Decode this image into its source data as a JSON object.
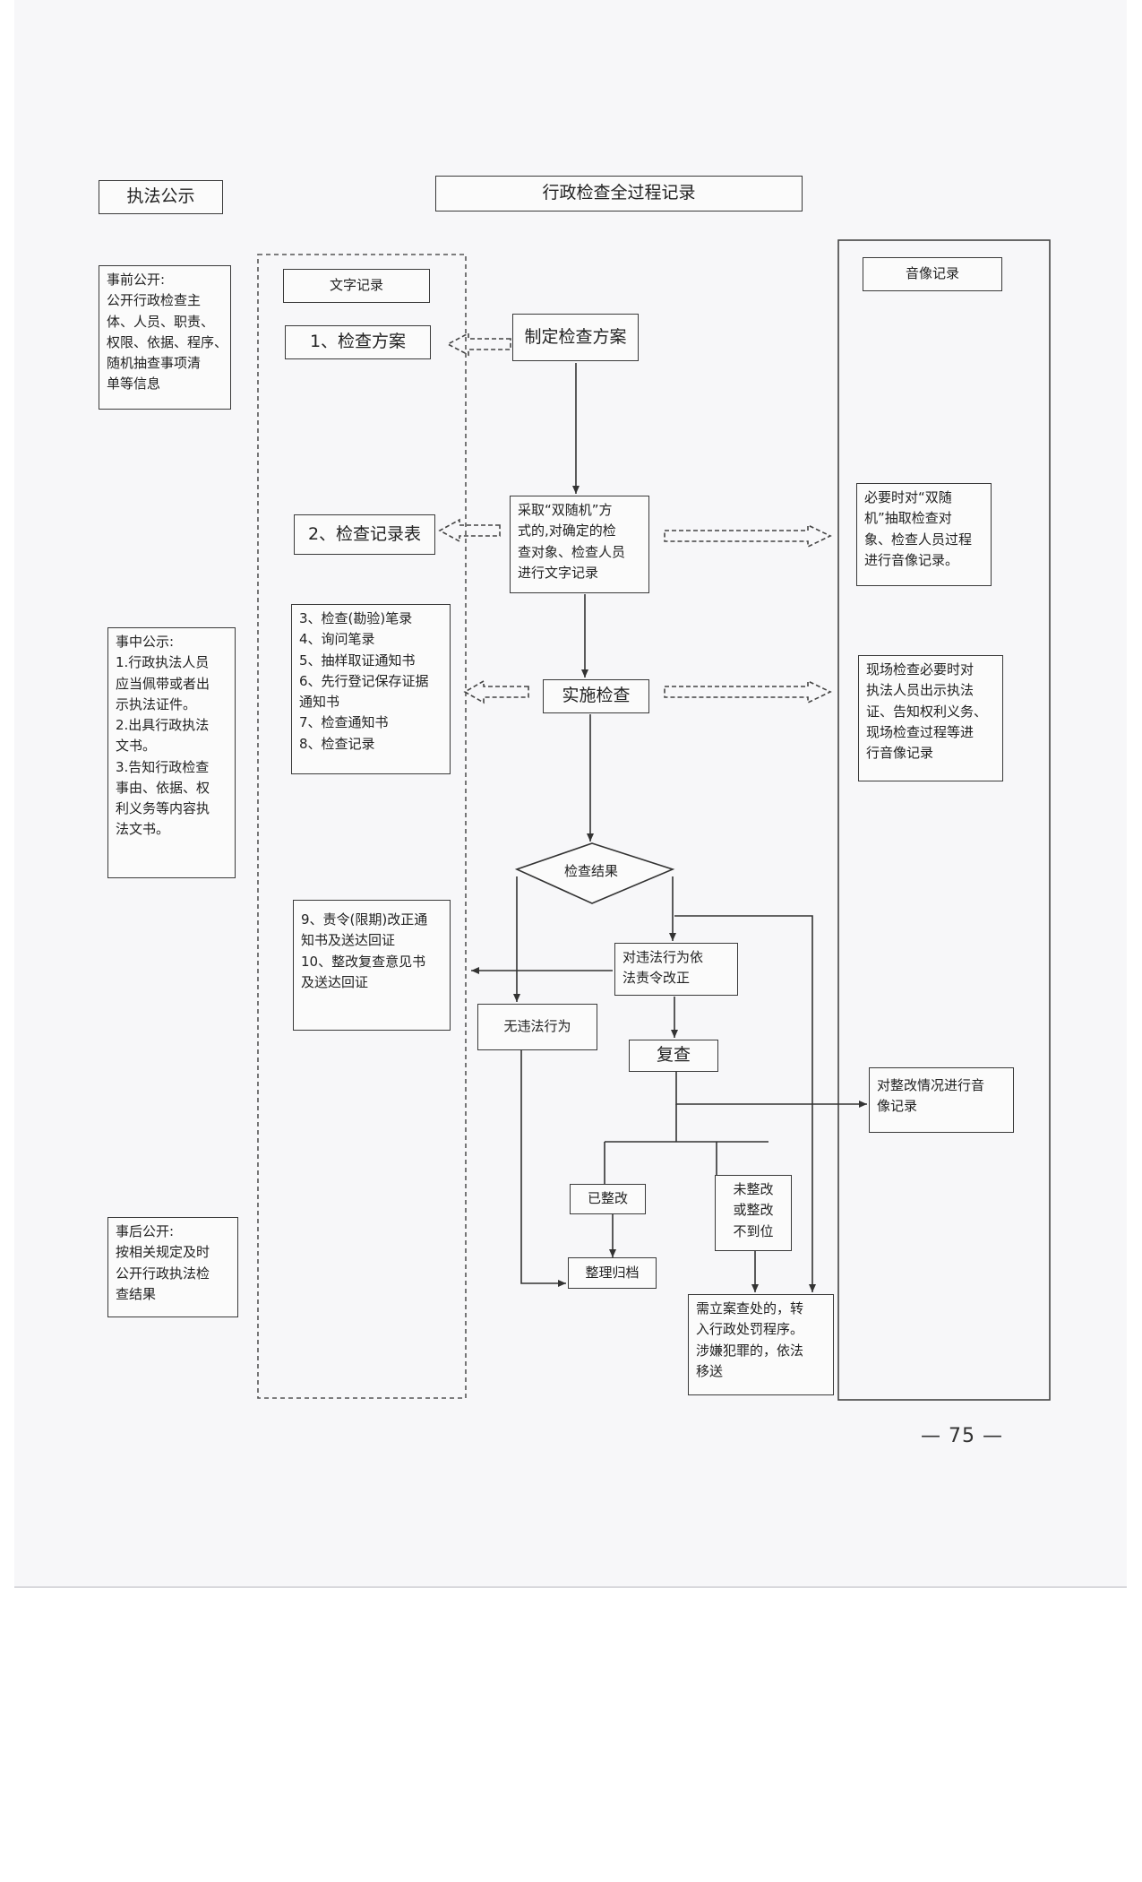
{
  "headers": {
    "disclosure": "执法公示",
    "full_record": "行政检查全过程记录",
    "text_record": "文字记录",
    "av_record": "音像记录"
  },
  "disclosure": {
    "before": [
      "事前公开:",
      "公开行政检查主",
      "体、人员、职责、",
      "权限、依据、程序、",
      "随机抽查事项清",
      "单等信息"
    ],
    "during": [
      "事中公示:",
      "1.行政执法人员",
      "应当佩带或者出",
      "示执法证件。",
      "2.出具行政执法",
      "文书。",
      "3.告知行政检查",
      "事由、依据、权",
      "利义务等内容执",
      "法文书。"
    ],
    "after": [
      "事后公开:",
      "按相关规定及时",
      "公开行政执法检",
      "查结果"
    ]
  },
  "text_records": {
    "r1": "1、检查方案",
    "r2": "2、检查记录表",
    "r3": [
      "3、检查(勘验)笔录",
      "4、询问笔录",
      "5、抽样取证通知书",
      "6、先行登记保存证据",
      "通知书",
      "7、检查通知书",
      "8、检查记录"
    ],
    "r4": [
      "9、责令(限期)改正通",
      "知书及送达回证",
      "10、整改复查意见书",
      "及送达回证"
    ]
  },
  "flow": {
    "plan": "制定检查方案",
    "random": [
      "采取“双随机”方",
      "式的,对确定的检",
      "查对象、检查人员",
      "进行文字记录"
    ],
    "implement": "实施检查",
    "result": "检查结果",
    "order": [
      "对违法行为依",
      "法责令改正"
    ],
    "no_violation": "无违法行为",
    "review": "复查",
    "rectified": "已整改",
    "not_rectified": [
      "未整改",
      "或整改",
      "不到位"
    ],
    "archive": "整理归档",
    "penalty": [
      "需立案查处的，转",
      "入行政处罚程序。",
      "涉嫌犯罪的，依法",
      "移送"
    ]
  },
  "av_records": {
    "random": [
      "必要时对“双随",
      "机”抽取检查对",
      "象、检查人员过程",
      "进行音像记录。"
    ],
    "onsite": [
      "现场检查必要时对",
      "执法人员出示执法",
      "证、告知权利义务、",
      "现场检查过程等进",
      "行音像记录"
    ],
    "rectify": [
      "对整改情况进行音",
      "像记录"
    ]
  },
  "page_number": "— 75 —"
}
